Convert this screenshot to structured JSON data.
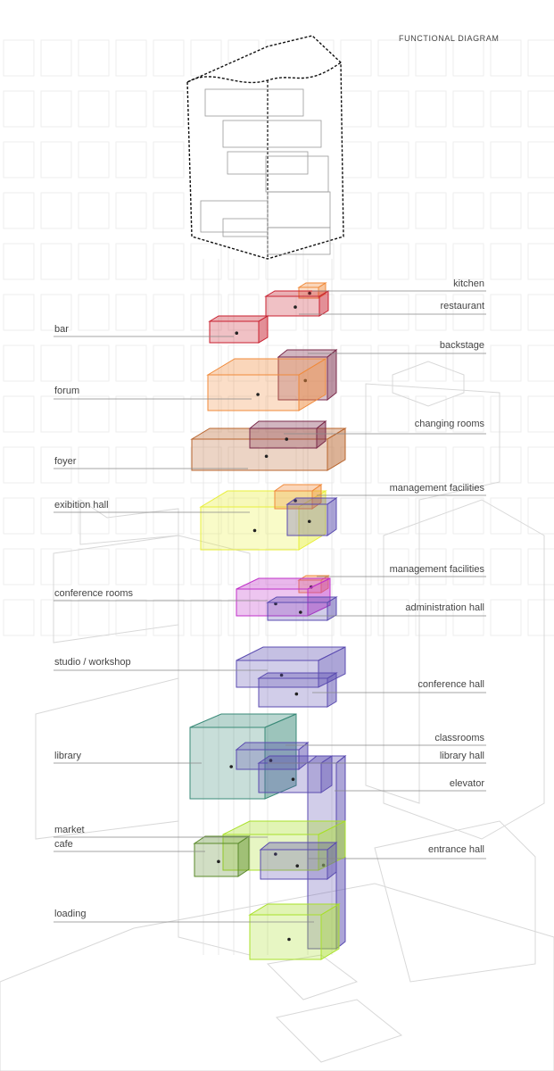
{
  "title": "FUNCTIONAL DIAGRAM",
  "labels": {
    "kitchen": "kitchen",
    "restaurant": "restaurant",
    "bar": "bar",
    "backstage": "backstage",
    "forum": "forum",
    "changing_rooms": "changing rooms",
    "foyer": "foyer",
    "management_facilities_1": "management facilities",
    "exibition_hall": "exibition hall",
    "management_facilities_2": "management facilities",
    "conference_rooms": "conference rooms",
    "administration_hall": "administration hall",
    "studio_workshop": "studio / workshop",
    "conference_hall": "conference hall",
    "classrooms": "classrooms",
    "library": "library",
    "library_hall": "library hall",
    "elevator": "elevator",
    "market": "market",
    "cafe": "cafe",
    "entrance_hall": "entrance hall",
    "loading": "loading"
  },
  "colors": {
    "red": "#c8202f",
    "orange": "#f08a3a",
    "brown": "#b9652e",
    "maroon": "#7a2a4a",
    "yellow": "#e8ef3a",
    "purple": "#5a4bb0",
    "magenta": "#c030c8",
    "teal": "#3a8a78",
    "lime": "#a8e028",
    "green": "#5a8a2a"
  }
}
